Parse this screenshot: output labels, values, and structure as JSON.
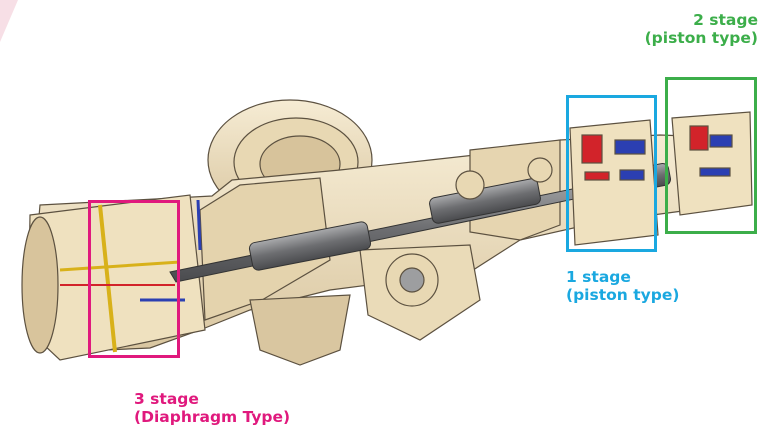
{
  "labels": {
    "stage2": {
      "line1": "2 stage",
      "line2": "(piston type)"
    },
    "stage1": {
      "line1": "1 stage",
      "line2": "(piston type)"
    },
    "stage3": {
      "line1": "3 stage",
      "line2": "(Diaphragm Type)"
    }
  },
  "colors": {
    "stage1": "#1aa8e0",
    "stage2": "#3cae4a",
    "stage3": "#e0197d",
    "body": "#efe1bf",
    "body_dark": "#cdb994",
    "shaft": "#7c7d80",
    "piston": "#d2232a",
    "cooling": "#2b3fb2",
    "gas_path": "#d8b11a",
    "corner_accent": "#f7dfe6"
  },
  "icons": [
    "compressor-cutaway-illustration"
  ]
}
